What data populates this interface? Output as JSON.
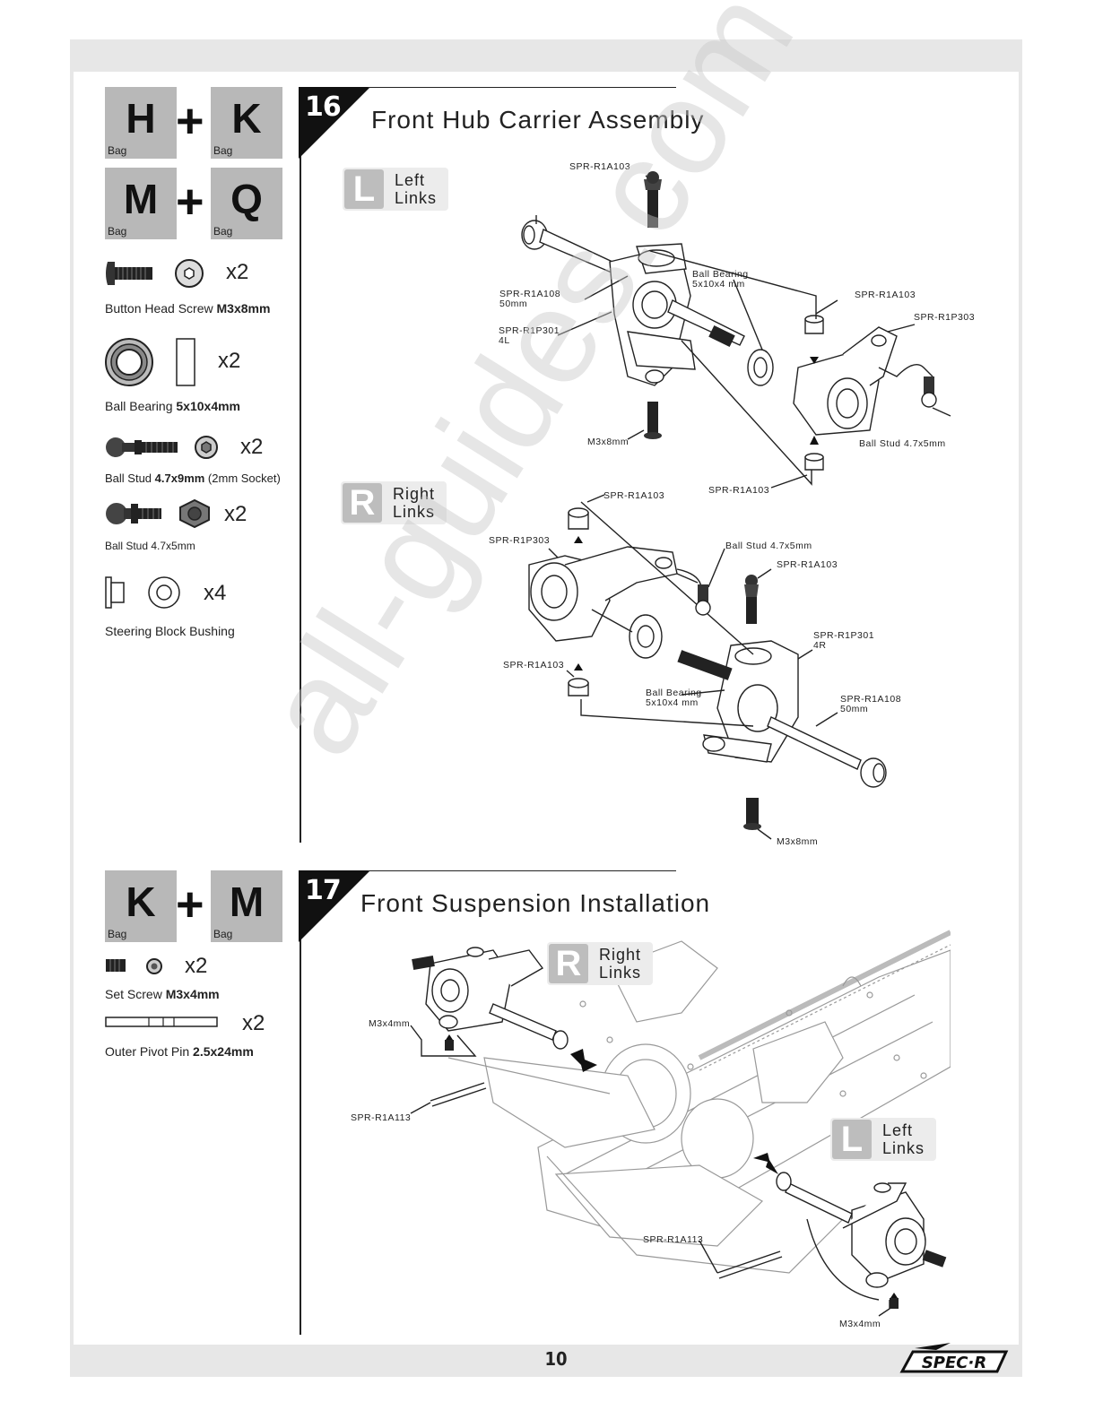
{
  "page_number": "10",
  "logo_text": "SPEC-R",
  "watermark": "all-guides.com",
  "bag_label": "Bag",
  "step16": {
    "number": "16",
    "title": "Front Hub Carrier Assembly",
    "bags": [
      "H",
      "K",
      "M",
      "Q"
    ],
    "parts": [
      {
        "name_plain": "Button Head Screw ",
        "name_bold": "M3x8mm",
        "name_tail": "",
        "qty": "x2",
        "icon": "button-head-screw-icon"
      },
      {
        "name_plain": "Ball Bearing ",
        "name_bold": "5x10x4mm",
        "name_tail": "",
        "qty": "x2",
        "icon": "ball-bearing-icon"
      },
      {
        "name_plain": "Ball Stud ",
        "name_bold": "4.7x9mm",
        "name_tail": " (2mm Socket)",
        "qty": "x2",
        "icon": "ball-stud-long-icon"
      },
      {
        "name_plain": "Ball Stud 4.7x5mm",
        "name_bold": "",
        "name_tail": "",
        "qty": "x2",
        "icon": "ball-stud-short-icon"
      },
      {
        "name_plain": "Steering Block Bushing",
        "name_bold": "",
        "name_tail": "",
        "qty": "x4",
        "icon": "bushing-icon"
      }
    ],
    "left_side": {
      "letter": "L",
      "line1": "Left",
      "line2": "Links"
    },
    "right_side": {
      "letter": "R",
      "line1": "Right",
      "line2": "Links"
    },
    "callouts_left": {
      "a103_top": "SPR-R1A103",
      "bearing": "Ball Bearing\n5x10x4 mm",
      "a103_right": "SPR-R1A103",
      "p303": "SPR-R1P303",
      "a108": "SPR-R1A108\n50mm",
      "p301": "SPR-R1P301\n4L",
      "screw": "M3x8mm",
      "ballstud": "Ball Stud 4.7x5mm",
      "a103_bottom": "SPR-R1A103"
    },
    "callouts_right": {
      "a103_top": "SPR-R1A103",
      "p303": "SPR-R1P303",
      "ballstud": "Ball Stud 4.7x5mm",
      "a103_right": "SPR-R1A103",
      "p301": "SPR-R1P301\n4R",
      "a103_left": "SPR-R1A103",
      "bearing": "Ball Bearing\n5x10x4 mm",
      "a108": "SPR-R1A108\n50mm",
      "screw": "M3x8mm"
    }
  },
  "step17": {
    "number": "17",
    "title": "Front Suspension Installation",
    "bags": [
      "K",
      "M"
    ],
    "parts": [
      {
        "name_plain": "Set Screw ",
        "name_bold": "M3x4mm",
        "qty": "x2",
        "icon": "set-screw-icon"
      },
      {
        "name_plain": "Outer Pivot Pin ",
        "name_bold": "2.5x24mm",
        "qty": "x2",
        "icon": "pivot-pin-icon"
      }
    ],
    "right_side": {
      "letter": "R",
      "line1": "Right",
      "line2": "Links"
    },
    "left_side": {
      "letter": "L",
      "line1": "Left",
      "line2": "Links"
    },
    "callouts": {
      "setscrew_r": "M3x4mm",
      "pin_r": "SPR-R1A113",
      "pin_l": "SPR-R1A113",
      "setscrew_l": "M3x4mm"
    }
  }
}
